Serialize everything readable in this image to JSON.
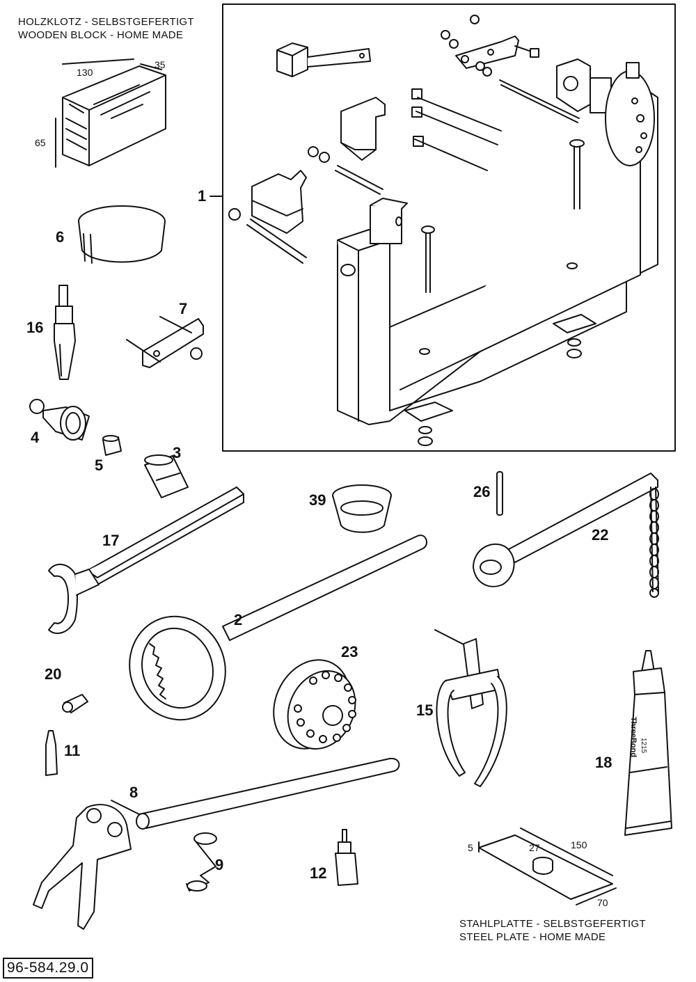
{
  "notes": {
    "wooden_block_de": "HOLZKLOTZ - SELBSTGEFERTIGT",
    "wooden_block_en": "WOODEN BLOCK - HOME MADE",
    "steel_plate_de": "STAHLPLATTE - SELBSTGEFERTIGT",
    "steel_plate_en": "STEEL PLATE - HOME MADE"
  },
  "dimensions": {
    "block_length": "130",
    "block_depth": "35",
    "block_height": "65",
    "plate_thickness": "5",
    "plate_hole": "27",
    "plate_length": "150",
    "plate_width": "70"
  },
  "callouts": {
    "c1": "1",
    "c2": "2",
    "c3": "3",
    "c4": "4",
    "c5": "5",
    "c6": "6",
    "c7": "7",
    "c8": "8",
    "c9": "9",
    "c11": "11",
    "c12": "12",
    "c15": "15",
    "c16": "16",
    "c17": "17",
    "c18": "18",
    "c20": "20",
    "c22": "22",
    "c23": "23",
    "c26": "26",
    "c39": "39"
  },
  "tube_label": {
    "brand": "ThreeBond",
    "code": "1215"
  },
  "document_number": "96-584.29.0"
}
